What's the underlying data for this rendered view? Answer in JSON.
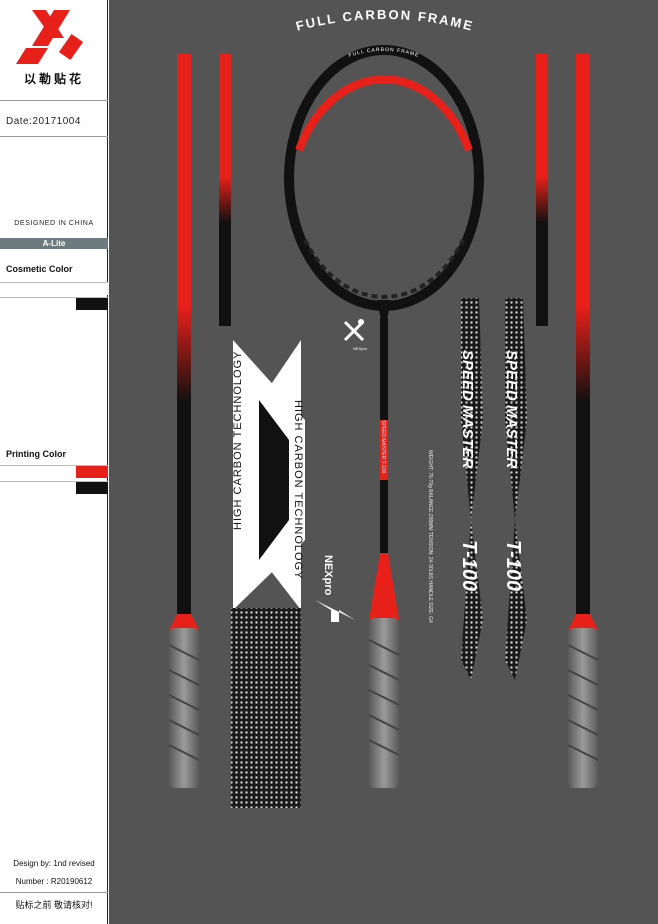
{
  "sidebar": {
    "brand_name": "以勒贴花",
    "date": "Date:20171004",
    "designed_in": "DESIGNED IN CHINA",
    "model": "A-Lite",
    "cosmetic_title": "Cosmetic Color",
    "printing_title": "Printing Color",
    "design_by": "Design by:  1nd revised",
    "number": "Number :  R20190612",
    "confirm_note": "贴标之前  敬请核对!"
  },
  "canvas": {
    "frame_title": "FULL CARBON FRAME",
    "head_text": "FULL CARBON FRAME",
    "tech_text_left": "HIGH CARBON TECHNOLOGY",
    "tech_text_right": "HIGH CARBON TECHNOLOGY",
    "speed_text": "SPEED MASTER",
    "model_text": "T-100",
    "specs_text": "WEIGHT: 75-79g  BALANCE:295MM   TENSION: 24-30LBS   HANDLE SIZE: G4",
    "brand_small": "NEXpro",
    "shaft_label": "SPEED MASTER  T-100"
  },
  "colors": {
    "canvas_bg": "#545454",
    "accent_red": "#e8201a",
    "black": "#111111",
    "grip_grey": "#8a8a8a",
    "model_bar": "#6d7b7e"
  }
}
